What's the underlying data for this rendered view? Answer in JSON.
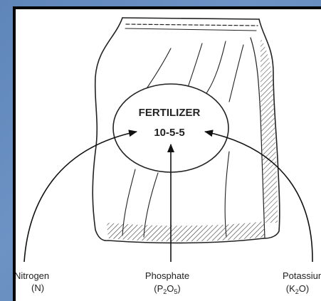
{
  "bag": {
    "title": "FERTILIZER",
    "grade": "10-5-5"
  },
  "nutrients": [
    {
      "name": "Nitrogen",
      "symbol": "(N)"
    },
    {
      "name": "Phosphate",
      "symbol_prefix": "(P",
      "sub1": "2",
      "symbol_mid": "O",
      "sub2": "5",
      "symbol_suffix": ")"
    },
    {
      "name": "Potassium",
      "symbol_prefix": "(K",
      "sub1": "2",
      "symbol_suffix": "O)"
    }
  ],
  "colors": {
    "background": "#6388bb",
    "frame": "#000000",
    "panel": "#ffffff",
    "ink": "#222222"
  }
}
